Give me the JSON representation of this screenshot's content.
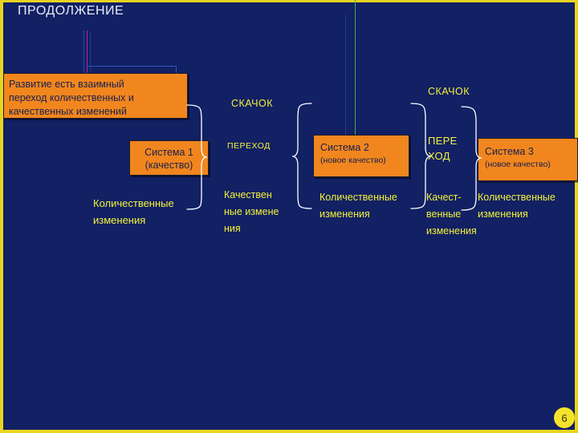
{
  "slide": {
    "title": "ПРОДОЛЖЕНИЕ",
    "page_number": "6",
    "background_color": "#122064",
    "frame_color": "#e8d41f",
    "box_color": "#f2861e",
    "label_color": "#f2f23a",
    "title_color": "#e9ecf5",
    "brace_color": "#ffffff",
    "accent_green": "#3fae52",
    "accent_magenta": "#b8278f"
  },
  "boxes": {
    "premise": {
      "line1": "Развитие есть взаимный",
      "line2": "переход количественных и",
      "line3": "качественных изменений"
    },
    "system1": {
      "line1": "Система 1",
      "line2": "(качество)"
    },
    "system2": {
      "line1": "Система 2",
      "line2": "(новое качество)"
    },
    "system3": {
      "line1": "Система 3",
      "line2": "(новое качество)"
    }
  },
  "labels": {
    "skachok_1": "СКАЧОК",
    "skachok_2": "СКАЧОК",
    "perehod_1": "ПЕРЕХОД",
    "perehod_2": "ПЕРЕ\nХОД",
    "quantitative_1": "Количественные\nизменения",
    "qualitative_1": "Качествен\nные измене\nния",
    "quantitative_2": "Количественные\nизменения",
    "qualitative_2": "Качест-\nвенные\nизменения",
    "quantitative_3": "Количественные\nизменения"
  }
}
